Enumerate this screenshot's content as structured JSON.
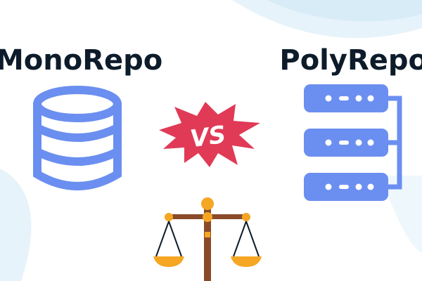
{
  "left": {
    "title": "MonoRepo",
    "icon": "database-icon"
  },
  "right": {
    "title": "PolyRepo",
    "icon": "server-rack-icon"
  },
  "center": {
    "badge_text": "VS",
    "badge_icon": "starburst-icon",
    "bottom_icon": "balance-scale-icon"
  },
  "colors": {
    "title": "#0d1b2a",
    "icon_blue": "#6b8ff0",
    "badge_red": "#e03a56",
    "scale_brown": "#8a4a2a",
    "scale_gold": "#f5a623",
    "background_wave": "#d8ecf8"
  }
}
